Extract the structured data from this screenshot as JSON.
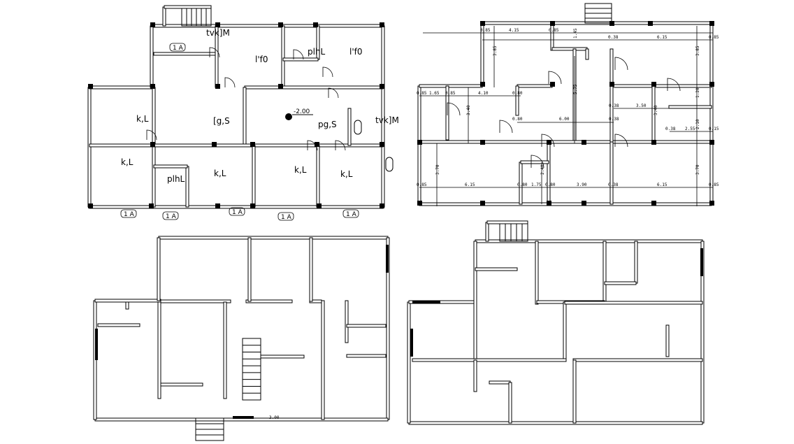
{
  "drawing": {
    "plan_top_left": {
      "room_labels": [
        "tvk]M",
        "l'f0",
        "plhL",
        "l'f0",
        "k,L",
        "[g,S",
        "pg,S",
        "tvk]M",
        "k,L",
        "plhL",
        "k,L",
        "k,L",
        "k,L"
      ],
      "level_mark": "-2.00",
      "window_tags": [
        "1 A",
        "1 A",
        "1 A",
        "1 A",
        "1 A",
        "1 A"
      ]
    },
    "plan_top_right": {
      "dimensions": [
        "0.85",
        "4.15",
        "0.85",
        "3.85",
        "1.45",
        "0.38",
        "6.15",
        "0.85",
        "3.85",
        "0.85",
        "1.65",
        "0.85",
        "4.10",
        "0.80",
        "3.40",
        "5.75",
        "0.38",
        "3.50",
        "3.40",
        "1.20",
        "2.10",
        "0.80",
        "6.00",
        "0.38",
        "0.38",
        "2.55",
        "0.15",
        "3.70",
        "3.70",
        "2.40",
        "0.85",
        "6.15",
        "0.80",
        "1.75",
        "0.80",
        "3.90",
        "0.38",
        "6.15",
        "0.85"
      ]
    },
    "plan_bottom_left": {
      "note": "3.00"
    },
    "colors": {
      "line": "#000000",
      "background": "#ffffff"
    }
  }
}
